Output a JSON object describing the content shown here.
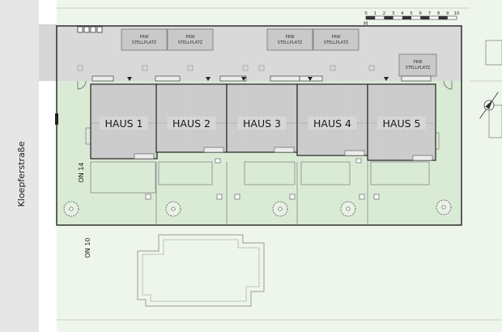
{
  "street": {
    "name": "Kloepferstraße"
  },
  "parcels": {
    "current": "ON 14",
    "neighbor": "ON 10"
  },
  "houses": [
    {
      "label": "HAUS 1"
    },
    {
      "label": "HAUS 2"
    },
    {
      "label": "HAUS 3"
    },
    {
      "label": "HAUS 4"
    },
    {
      "label": "HAUS 5"
    }
  ],
  "parking": {
    "line1": "PKW",
    "line2": "STELLPLATZ"
  },
  "scale": {
    "ticks": [
      "0",
      "1",
      "2",
      "3",
      "4",
      "5",
      "6",
      "7",
      "8",
      "9",
      "10"
    ],
    "unit": "M"
  },
  "north": {
    "label": "N"
  },
  "colors": {
    "garden": "#d9ebd5",
    "paved": "#d9d9d9",
    "street": "#e6e6e6",
    "roof": "#cfcfcf",
    "outline": "#222222"
  }
}
